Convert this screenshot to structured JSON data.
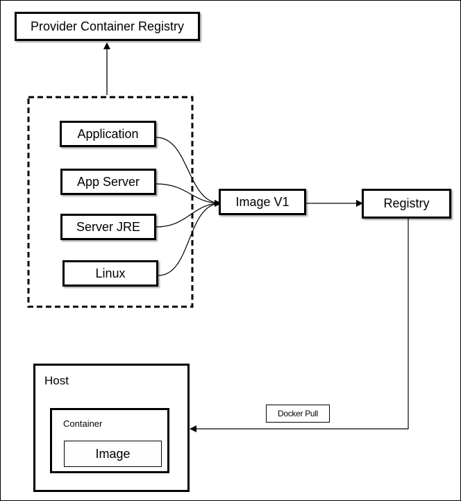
{
  "nodes": {
    "provider_registry": "Provider Container Registry",
    "application": "Application",
    "app_server": "App Server",
    "server_jre": "Server JRE",
    "linux": "Linux",
    "image_v1": "Image V1",
    "registry": "Registry",
    "host": "Host",
    "container": "Container",
    "image": "Image"
  },
  "edges": {
    "docker_pull": "Docker Pull"
  }
}
